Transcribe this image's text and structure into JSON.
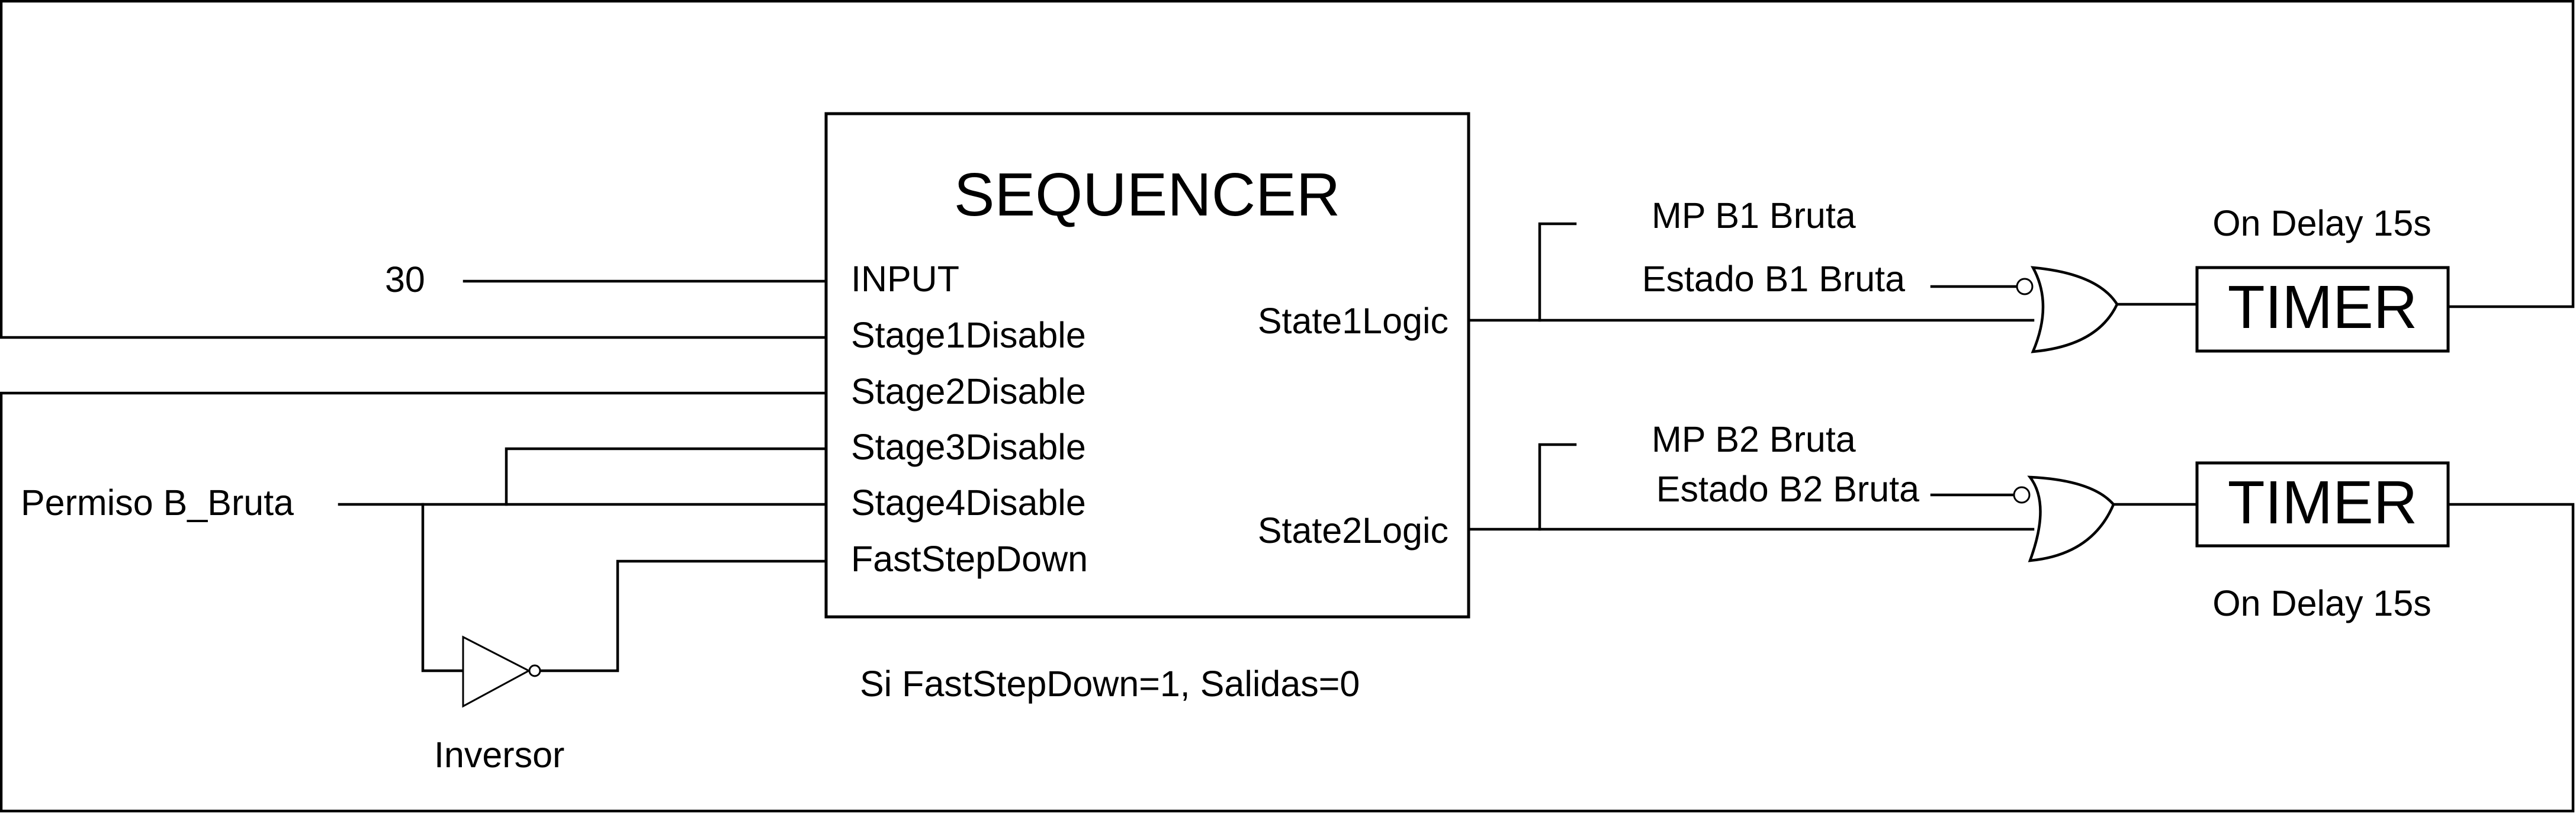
{
  "sequencer": {
    "title": "SEQUENCER",
    "inputs": [
      "INPUT",
      "Stage1Disable",
      "Stage2Disable",
      "Stage3Disable",
      "Stage4Disable",
      "FastStepDown"
    ],
    "outputs": [
      "State1Logic",
      "State2Logic"
    ],
    "note": "Si FastStepDown=1, Salidas=0"
  },
  "input_constant": "30",
  "permiso_label": "Permiso B_Bruta",
  "inverter_label": "Inversor",
  "channel1": {
    "mp_label": "MP B1 Bruta",
    "estado_label": "Estado B1 Bruta",
    "timer_label": "TIMER",
    "delay_label": "On Delay 15s"
  },
  "channel2": {
    "mp_label": "MP B2 Bruta",
    "estado_label": "Estado B2 Bruta",
    "timer_label": "TIMER",
    "delay_label": "On Delay 15s"
  }
}
